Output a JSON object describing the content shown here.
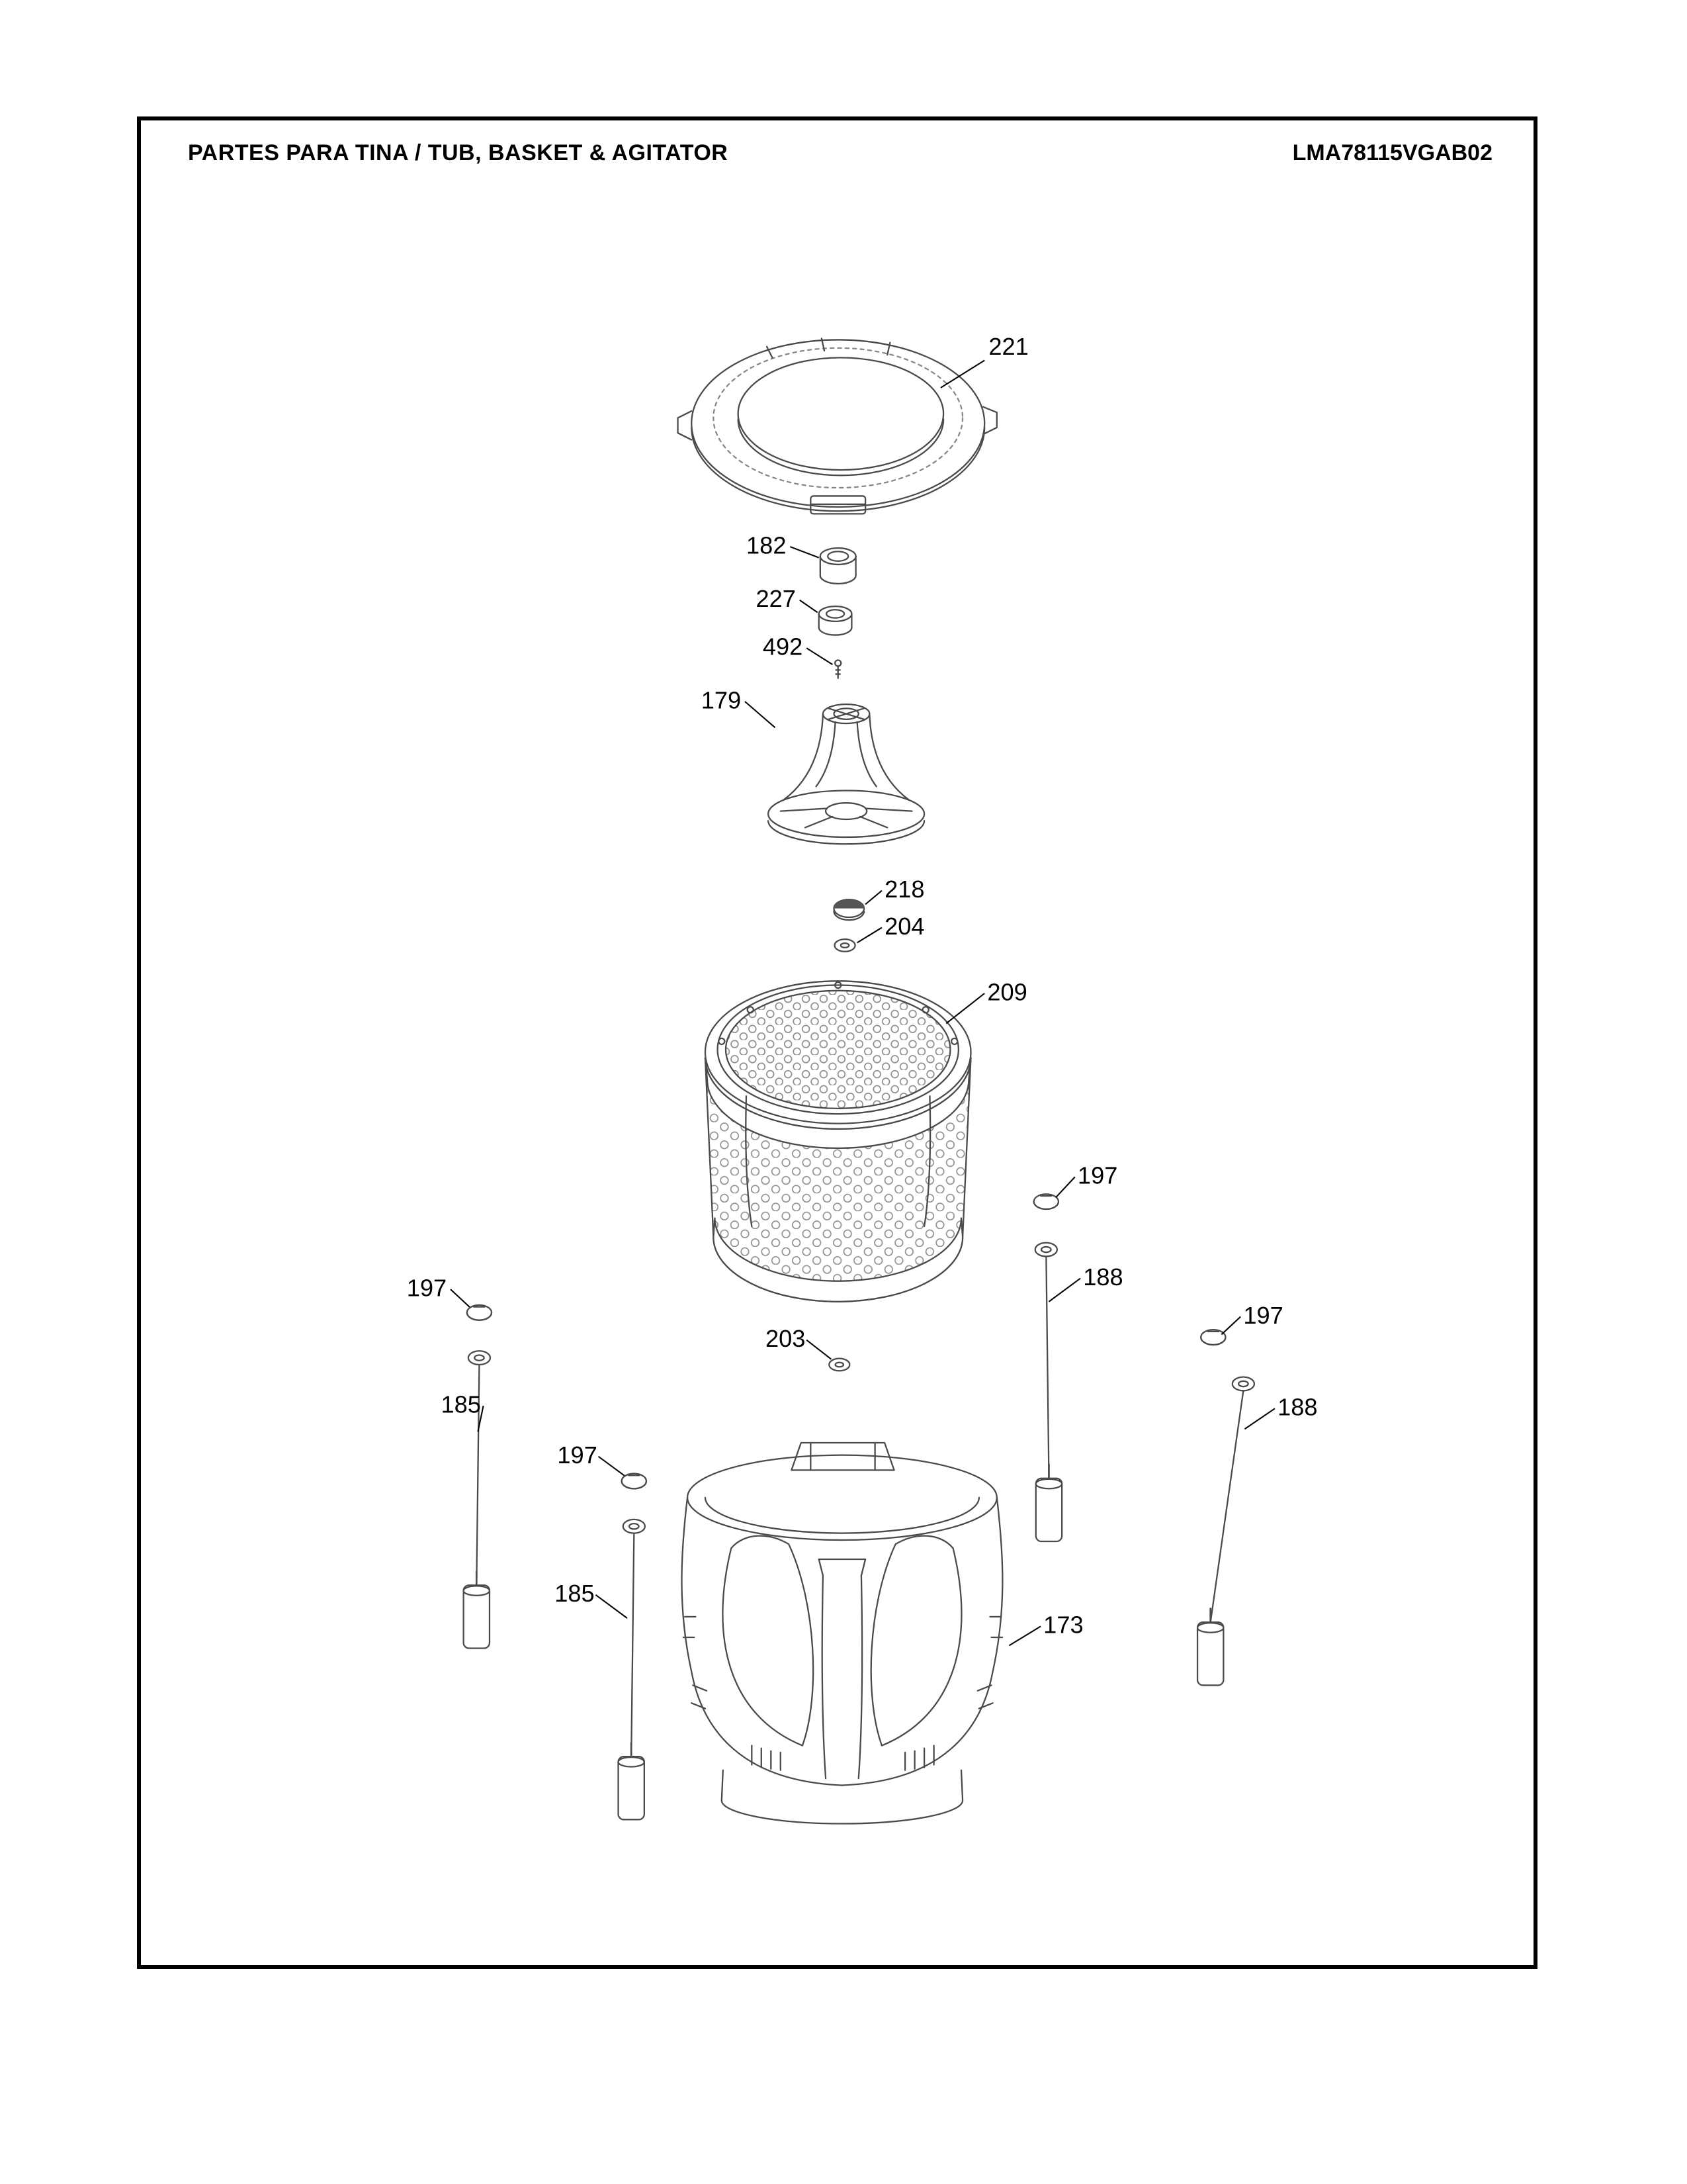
{
  "header": {
    "title": "PARTES PARA TINA  /  TUB, BASKET & AGITATOR",
    "code": "LMA78115VGAB02"
  },
  "callouts": {
    "c221": "221",
    "c182": "182",
    "c227": "227",
    "c492": "492",
    "c179": "179",
    "c218": "218",
    "c204": "204",
    "c209": "209",
    "c197a": "197",
    "c188a": "188",
    "c197b": "197",
    "c188b": "188",
    "c197c": "197",
    "c185a": "185",
    "c197d": "197",
    "c185b": "185",
    "c203": "203",
    "c173": "173"
  },
  "colors": {
    "line": "#4a4a4a",
    "text": "#000000",
    "frame": "#000000"
  }
}
